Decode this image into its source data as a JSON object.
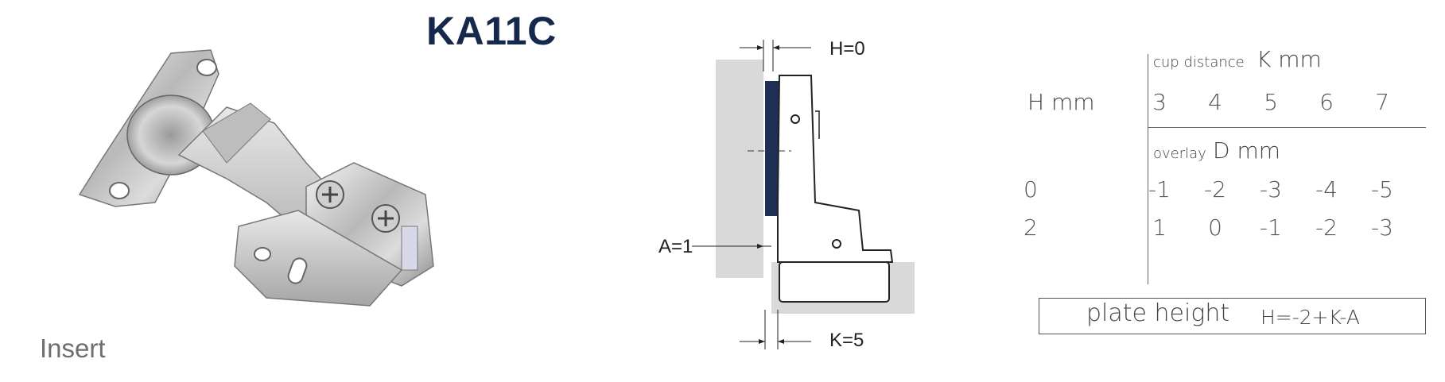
{
  "title": "KA11C",
  "photo_caption": "Insert",
  "diagram": {
    "h_label": "H=0",
    "a_label": "A=1",
    "k_label": "K=5"
  },
  "table": {
    "h_header": "H mm",
    "cup_distance_label": "cup distance",
    "k_header": "K mm",
    "k_values": [
      "3",
      "4",
      "5",
      "6",
      "7"
    ],
    "overlay_label": "overlay",
    "d_header": "D mm",
    "rows": [
      {
        "h": "0",
        "values": [
          "-1",
          "-2",
          "-3",
          "-4",
          "-5"
        ]
      },
      {
        "h": "2",
        "values": [
          "1",
          "0",
          "-1",
          "-2",
          "-3"
        ]
      }
    ]
  },
  "plate": {
    "label": "plate height",
    "formula": "H=-2+K-A"
  },
  "colors": {
    "title": "#16294d",
    "cup_blue": "#1f2e55",
    "panel_gray": "#d9d9d9"
  }
}
